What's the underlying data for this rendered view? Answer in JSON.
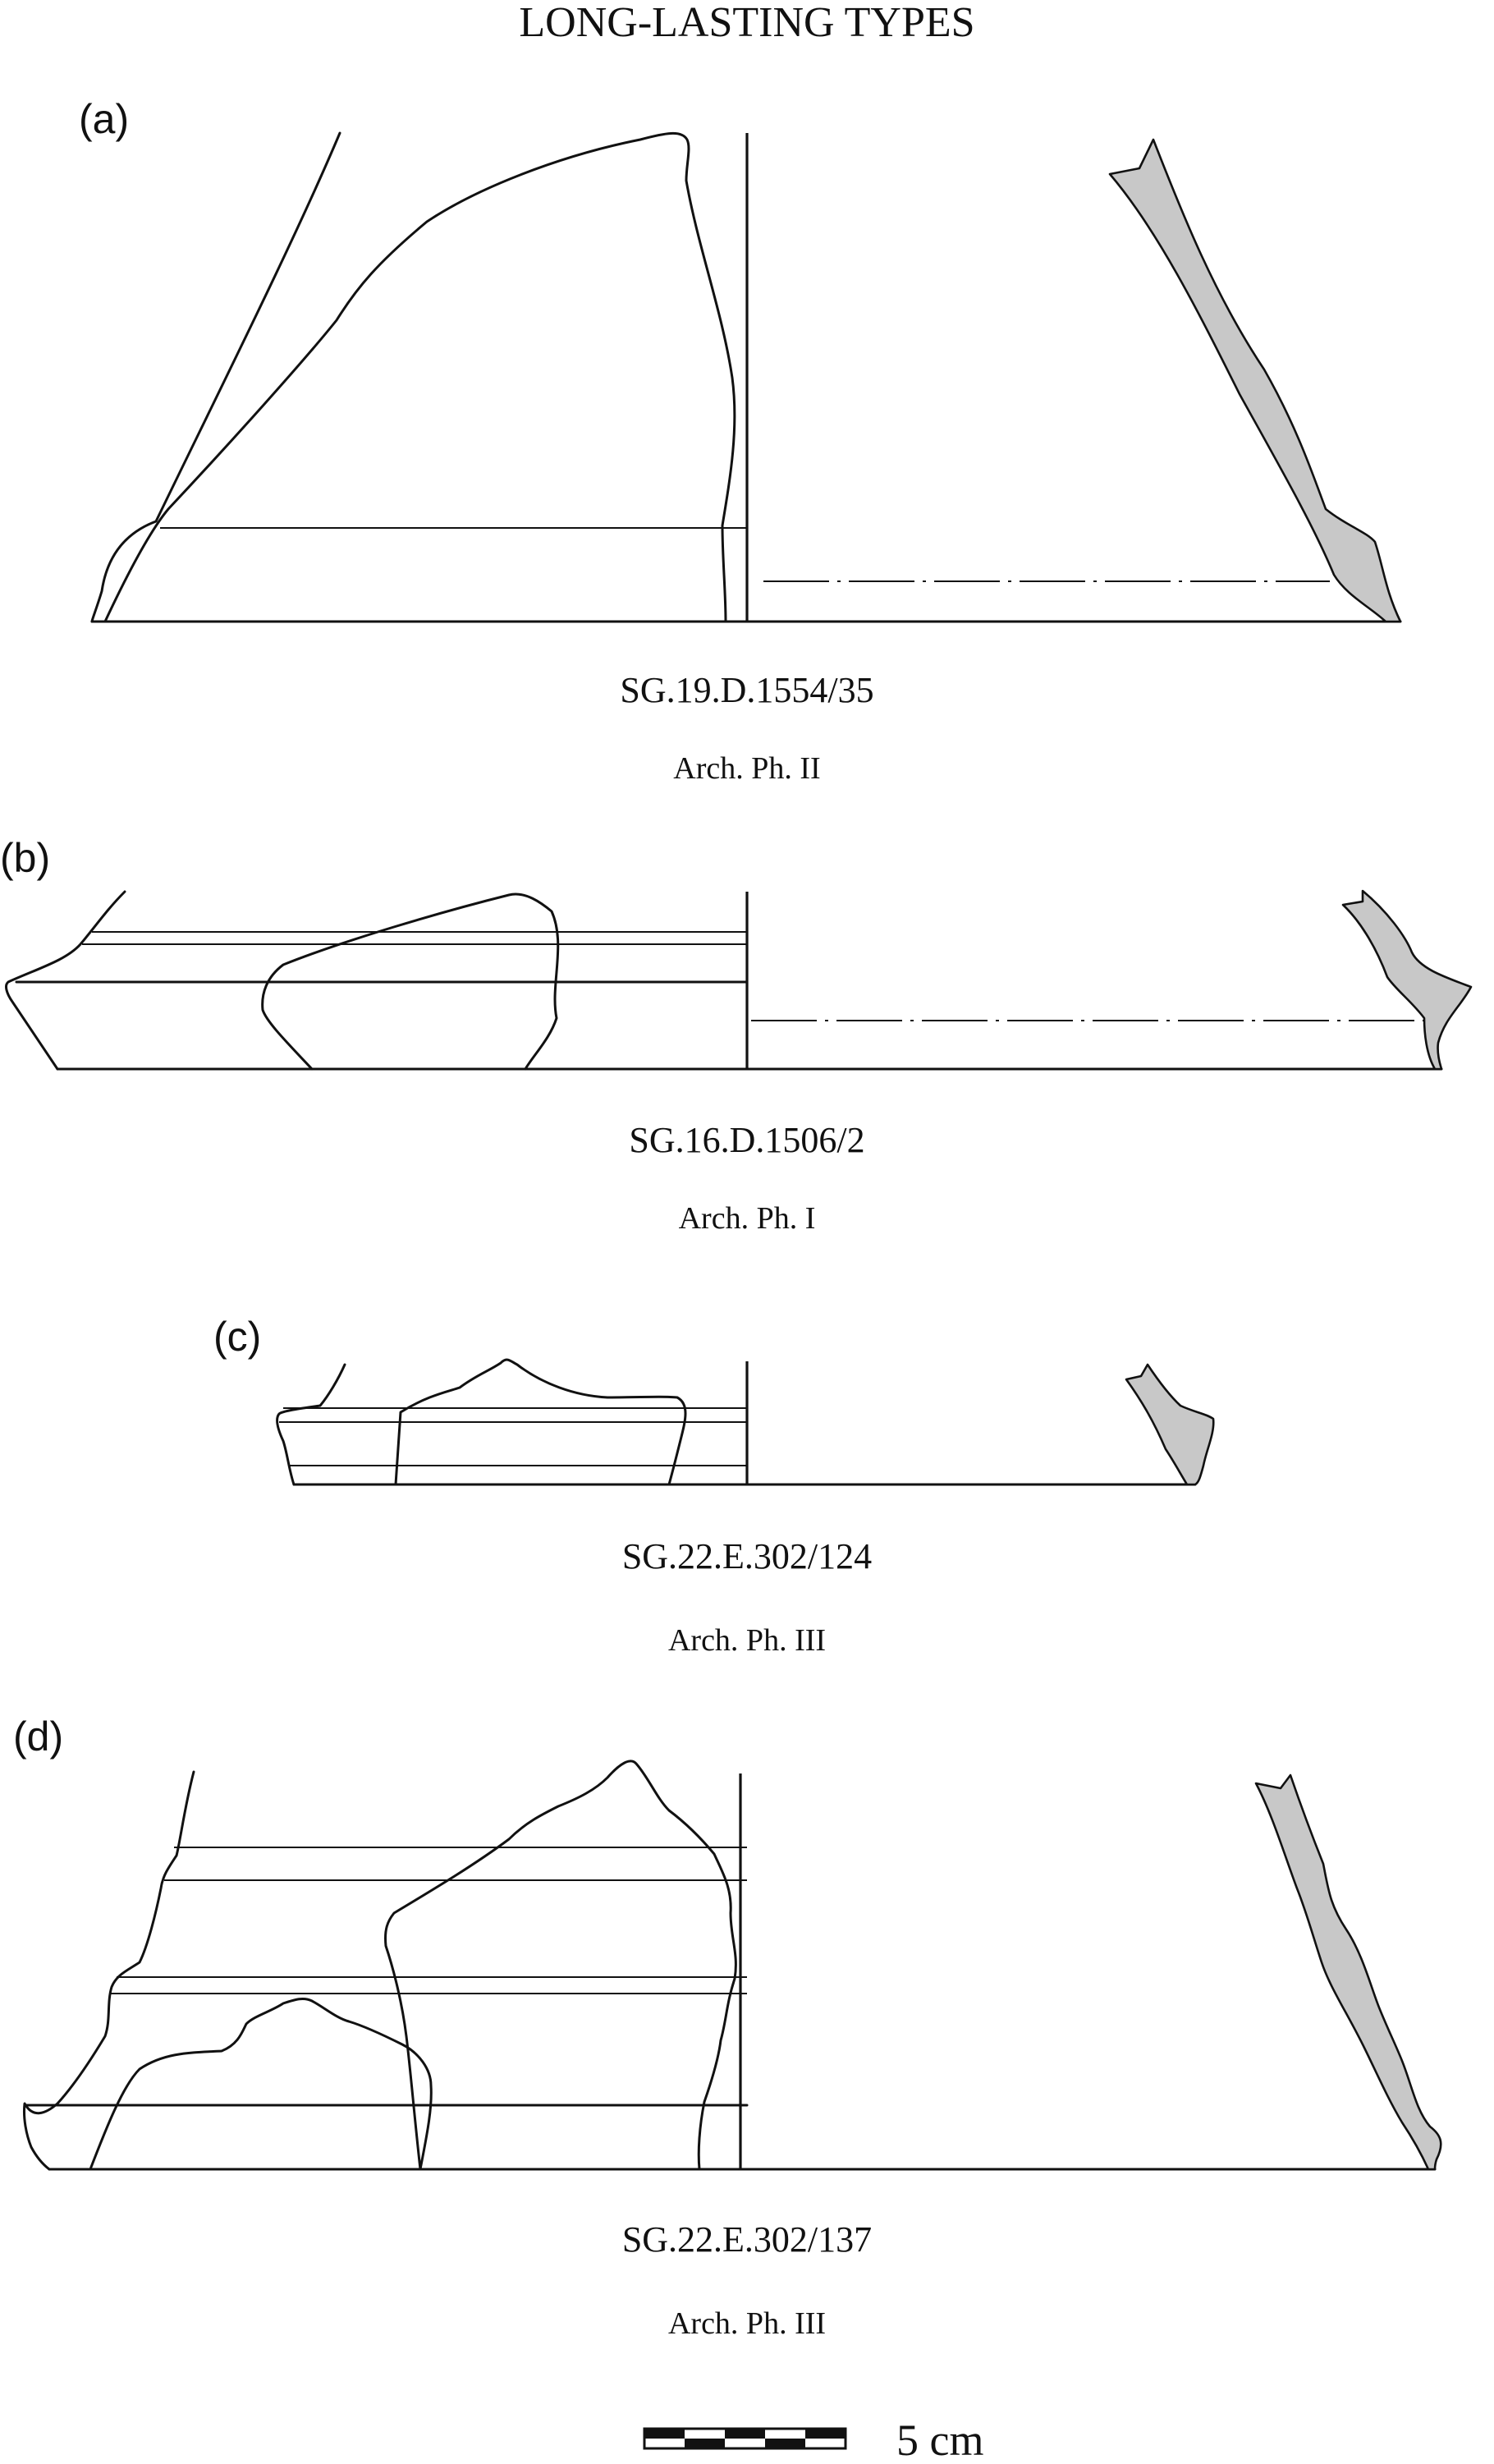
{
  "title": "LONG-LASTING TYPES",
  "sherds": [
    {
      "letter": "(a)",
      "inventory": "SG.19.D.1554/35",
      "phase": "Arch. Ph. II"
    },
    {
      "letter": "(b)",
      "inventory": "SG.16.D.1506/2",
      "phase": "Arch. Ph. I"
    },
    {
      "letter": "(c)",
      "inventory": "SG.22.E.302/124",
      "phase": "Arch. Ph. III"
    },
    {
      "letter": "(d)",
      "inventory": "SG.22.E.302/137",
      "phase": "Arch. Ph. III"
    }
  ],
  "scale": {
    "label": "5 cm",
    "segments": 5
  },
  "colors": {
    "section_fill": "#c8c8c8",
    "ink": "#111111"
  }
}
